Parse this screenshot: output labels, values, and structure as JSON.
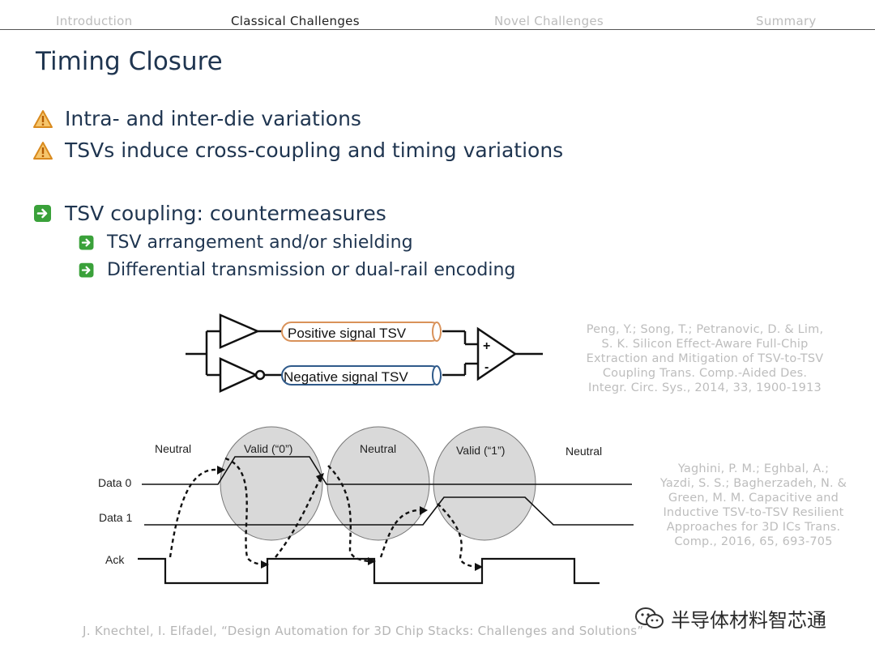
{
  "nav": {
    "items": [
      "Introduction",
      "Classical Challenges",
      "Novel Challenges",
      "Summary"
    ],
    "active": "Classical Challenges"
  },
  "slide": {
    "title": "Timing Closure",
    "bullets": [
      {
        "text": "Intra- and inter-die variations",
        "icon": "warning-icon"
      },
      {
        "text": "TSVs induce cross-coupling and timing variations",
        "icon": "warning-icon"
      },
      {
        "text": "TSV coupling: countermeasures",
        "icon": "arrow-right-icon"
      }
    ],
    "sub_bullets": [
      {
        "text": "TSV arrangement and/or shielding",
        "icon": "arrow-right-icon"
      },
      {
        "text": "Differential transmission or dual-rail encoding",
        "icon": "arrow-right-icon"
      }
    ]
  },
  "circuit": {
    "positive_label": "Positive signal TSV",
    "negative_label": "Negative signal TSV",
    "plus": "+",
    "minus": "-"
  },
  "timing": {
    "phases": [
      "Neutral",
      "Valid (“0”)",
      "Neutral",
      "Valid (“1”)",
      "Neutral"
    ],
    "signals": [
      "Data 0",
      "Data 1",
      "Ack"
    ]
  },
  "references": {
    "ref1": [
      "Peng, Y.; Song, T.; Petranovic, D. & Lim,",
      "S. K. Silicon Effect-Aware Full-Chip",
      "Extraction and Mitigation of TSV-to-TSV",
      "Coupling Trans. Comp.-Aided Des.",
      "Integr. Circ. Sys., 2014, 33, 1900-1913"
    ],
    "ref2": [
      "Yaghini, P. M.; Eghbal, A.;",
      "Yazdi, S. S.; Bagherzadeh, N. &",
      "Green, M. M. Capacitive and",
      "Inductive TSV-to-TSV Resilient",
      "Approaches for 3D ICs Trans.",
      "Comp., 2016, 65, 693-705"
    ]
  },
  "footer": "J. Knechtel, I. Elfadel, “Design Automation for 3D Chip Stacks: Challenges and Solutions”",
  "watermark": "半导体材料智芯通",
  "colors": {
    "title": "#1f3550",
    "warning": "#f0a030",
    "arrow_green": "#3aa13a",
    "positive_border": "#d9925a",
    "negative_border": "#2f5a8a",
    "ellipse_fill": "#d9d9d9"
  }
}
